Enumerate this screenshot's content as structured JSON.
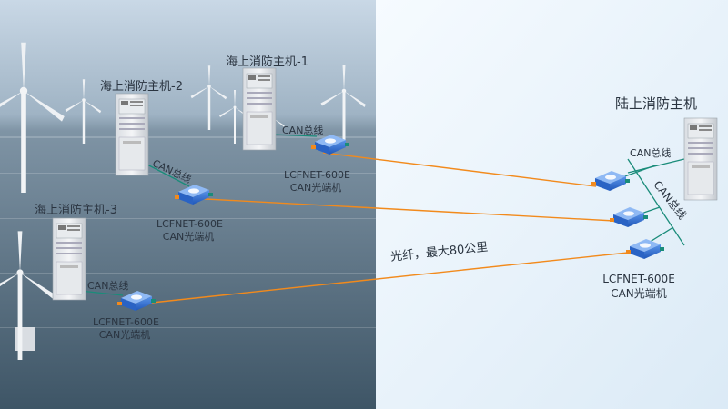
{
  "offshore_hosts": [
    {
      "name": "海上消防主机-1"
    },
    {
      "name": "海上消防主机-2"
    },
    {
      "name": "海上消防主机-3"
    }
  ],
  "onshore_host": {
    "name": "陆上消防主机"
  },
  "labels": {
    "can_bus": "CAN总线",
    "converter_model": "LCFNET-600E",
    "converter_type": "CAN光端机",
    "fiber": "光纤，最大80公里"
  },
  "colors": {
    "fiber_line": "#f28a1c",
    "can_line": "#1a8c7a",
    "converter_blue": "#2d6fd6",
    "sea_dark": "#52697b",
    "sky_right": "#e9f3fb"
  }
}
